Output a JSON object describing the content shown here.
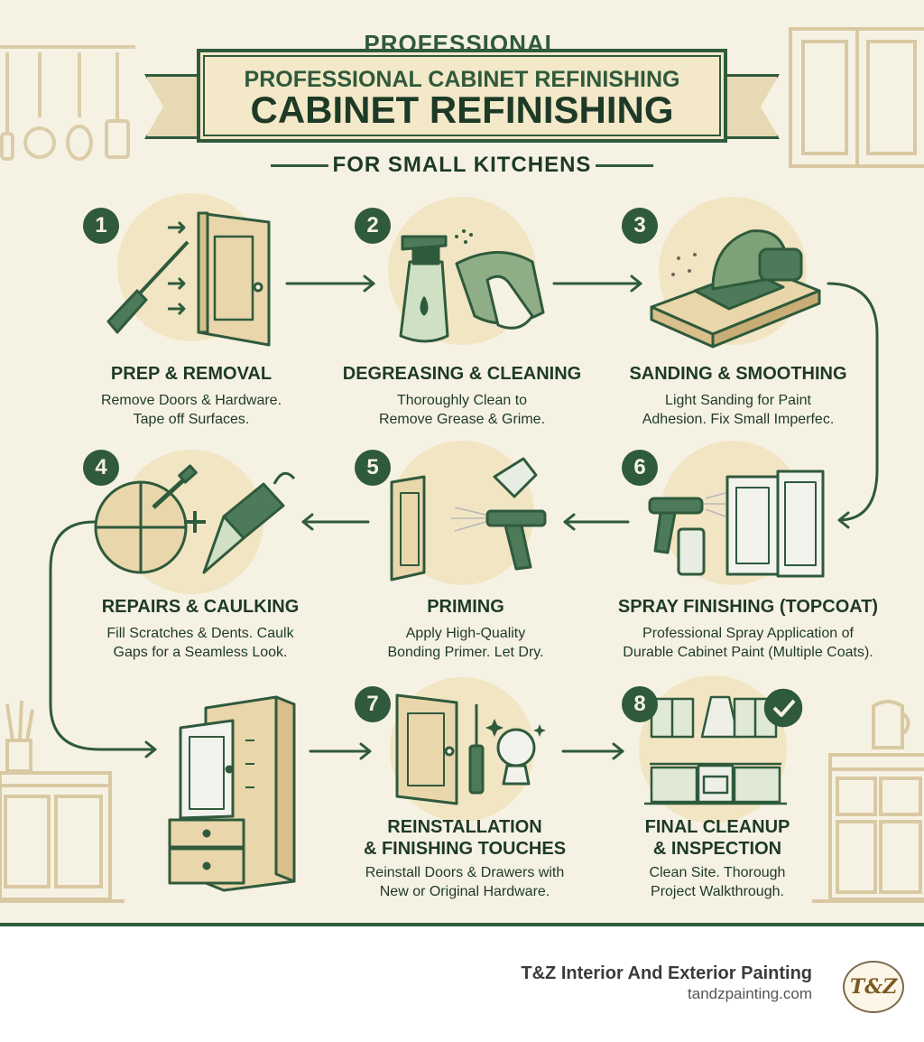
{
  "header": {
    "title_top": "PROFESSIONAL",
    "title_line2": "PROFESSIONAL CABINET REFINISHING",
    "title_line3": "CABINET REFINISHING",
    "subtitle": "FOR SMALL KITCHENS"
  },
  "steps": [
    {
      "number": "1",
      "title": "PREP & REMOVAL",
      "desc1": "Remove Doors & Hardware.",
      "desc2": "Tape off Surfaces."
    },
    {
      "number": "2",
      "title": "DEGREASING & CLEANING",
      "desc1": "Thoroughly Clean to",
      "desc2": "Remove Grease & Grime."
    },
    {
      "number": "3",
      "title": "SANDING & SMOOTHING",
      "desc1": "Light Sanding for Paint",
      "desc2": "Adhesion. Fix Small Imperfec."
    },
    {
      "number": "4",
      "title": "REPAIRS & CAULKING",
      "desc1": "Fill Scratches & Dents. Caulk",
      "desc2": "Gaps for a Seamless Look."
    },
    {
      "number": "5",
      "title": "PRIMING",
      "desc1": "Apply High-Quality",
      "desc2": "Bonding Primer. Let Dry."
    },
    {
      "number": "6",
      "title": "SPRAY FINISHING (TOPCOAT)",
      "desc1": "Professional Spray Application of",
      "desc2": "Durable Cabinet Paint (Multiple Coats)."
    },
    {
      "number": "7",
      "title": "REINSTALLATION",
      "title2": "& FINISHING TOUCHES",
      "desc1": "Reinstall Doors & Drawers with",
      "desc2": "New or Original Hardware."
    },
    {
      "number": "8",
      "title": "FINAL CLEANUP",
      "title2": "& INSPECTION",
      "desc1": "Clean Site. Thorough",
      "desc2": "Project Walkthrough."
    }
  ],
  "footer": {
    "company": "T&Z Interior And Exterior Painting",
    "url": "tandzpainting.com",
    "logo_text": "T&Z"
  },
  "colors": {
    "dark_green": "#2f5a3c",
    "light_green": "#cfe0c4",
    "cream": "#f6f2e3",
    "tan": "#efe0b8",
    "wood": "#e9d6ab"
  }
}
